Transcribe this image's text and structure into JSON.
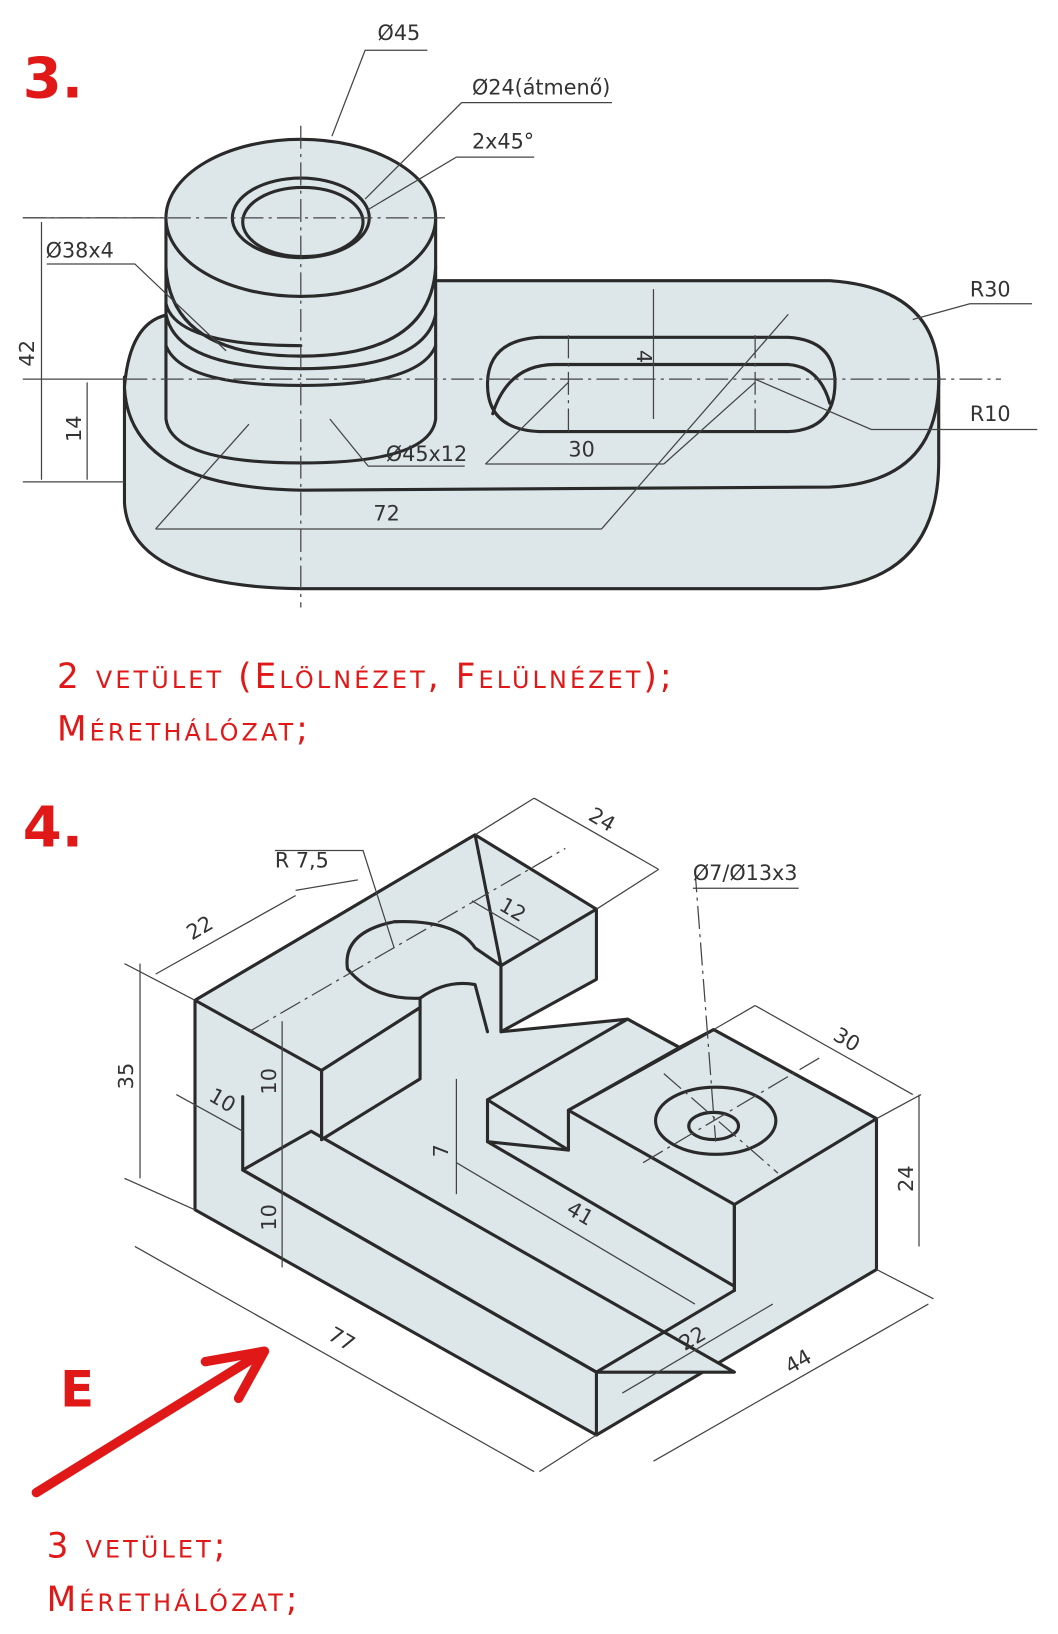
{
  "exercise_3": {
    "number": "3.",
    "dimensions": {
      "d45": "Ø45",
      "d24": "Ø24(átmenő)",
      "chamfer": "2x45°",
      "d38": "Ø38x4",
      "h42": "42",
      "h14": "14",
      "r30": "R30",
      "r10": "R10",
      "slot4": "4",
      "slot30": "30",
      "d45x12": "Ø45x12",
      "len72": "72"
    },
    "task_line_1": "2 vetület (Elölnézet, Felülnézet);",
    "task_line_2": "Mérethálózat;"
  },
  "exercise_4": {
    "number": "4.",
    "dimensions": {
      "w24": "24",
      "r75": "R 7,5",
      "d22": "22",
      "d12": "12",
      "hole": "Ø7/Ø13x3",
      "h35": "35",
      "n10a": "10",
      "n10b": "10",
      "n10c": "10",
      "d30": "30",
      "d7": "7",
      "h24": "24",
      "d41": "41",
      "d22b": "22",
      "len77": "77",
      "len44": "44"
    },
    "view_direction_label": "E",
    "task_line_1": "3 vetület;",
    "task_line_2": "Mérethálózat;"
  }
}
